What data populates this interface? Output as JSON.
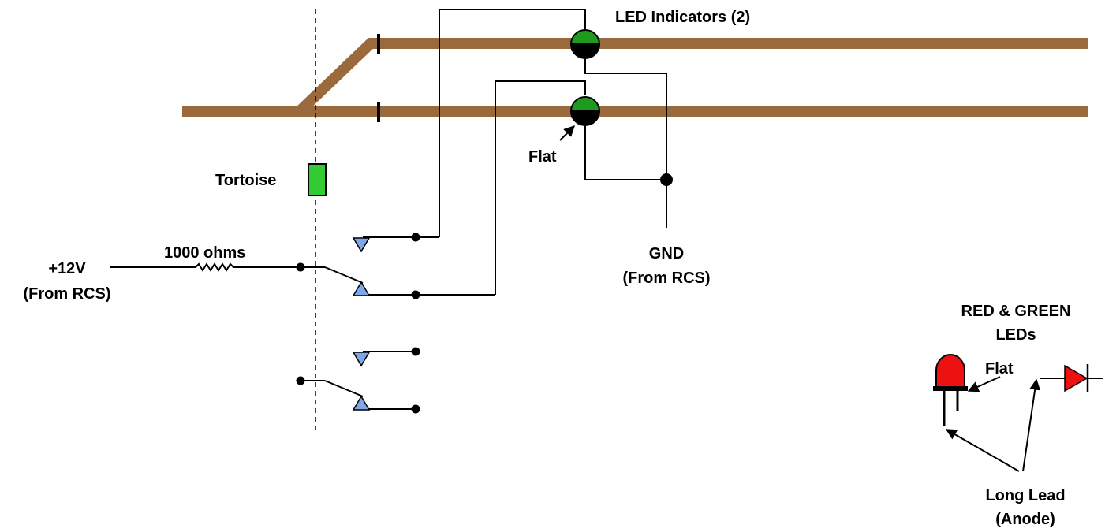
{
  "labels": {
    "led_indicators": "LED Indicators (2)",
    "flat_top": "Flat",
    "tortoise": "Tortoise",
    "resistor": "1000 ohms",
    "power_line1": "+12V",
    "power_line2": "(From RCS)",
    "gnd_line1": "GND",
    "gnd_line2": "(From RCS)",
    "legend_line1": "RED & GREEN",
    "legend_line2": "LEDs",
    "flat_legend": "Flat",
    "long_lead_line1": "Long Lead",
    "long_lead_line2": "(Anode)"
  },
  "colors": {
    "track": "#9b6a3c",
    "led_green": "#1e9b1e",
    "tortoise_green": "#33cc33",
    "contact_blue": "#7fa6e6",
    "led_red": "#ee1111",
    "wire": "#000000"
  }
}
